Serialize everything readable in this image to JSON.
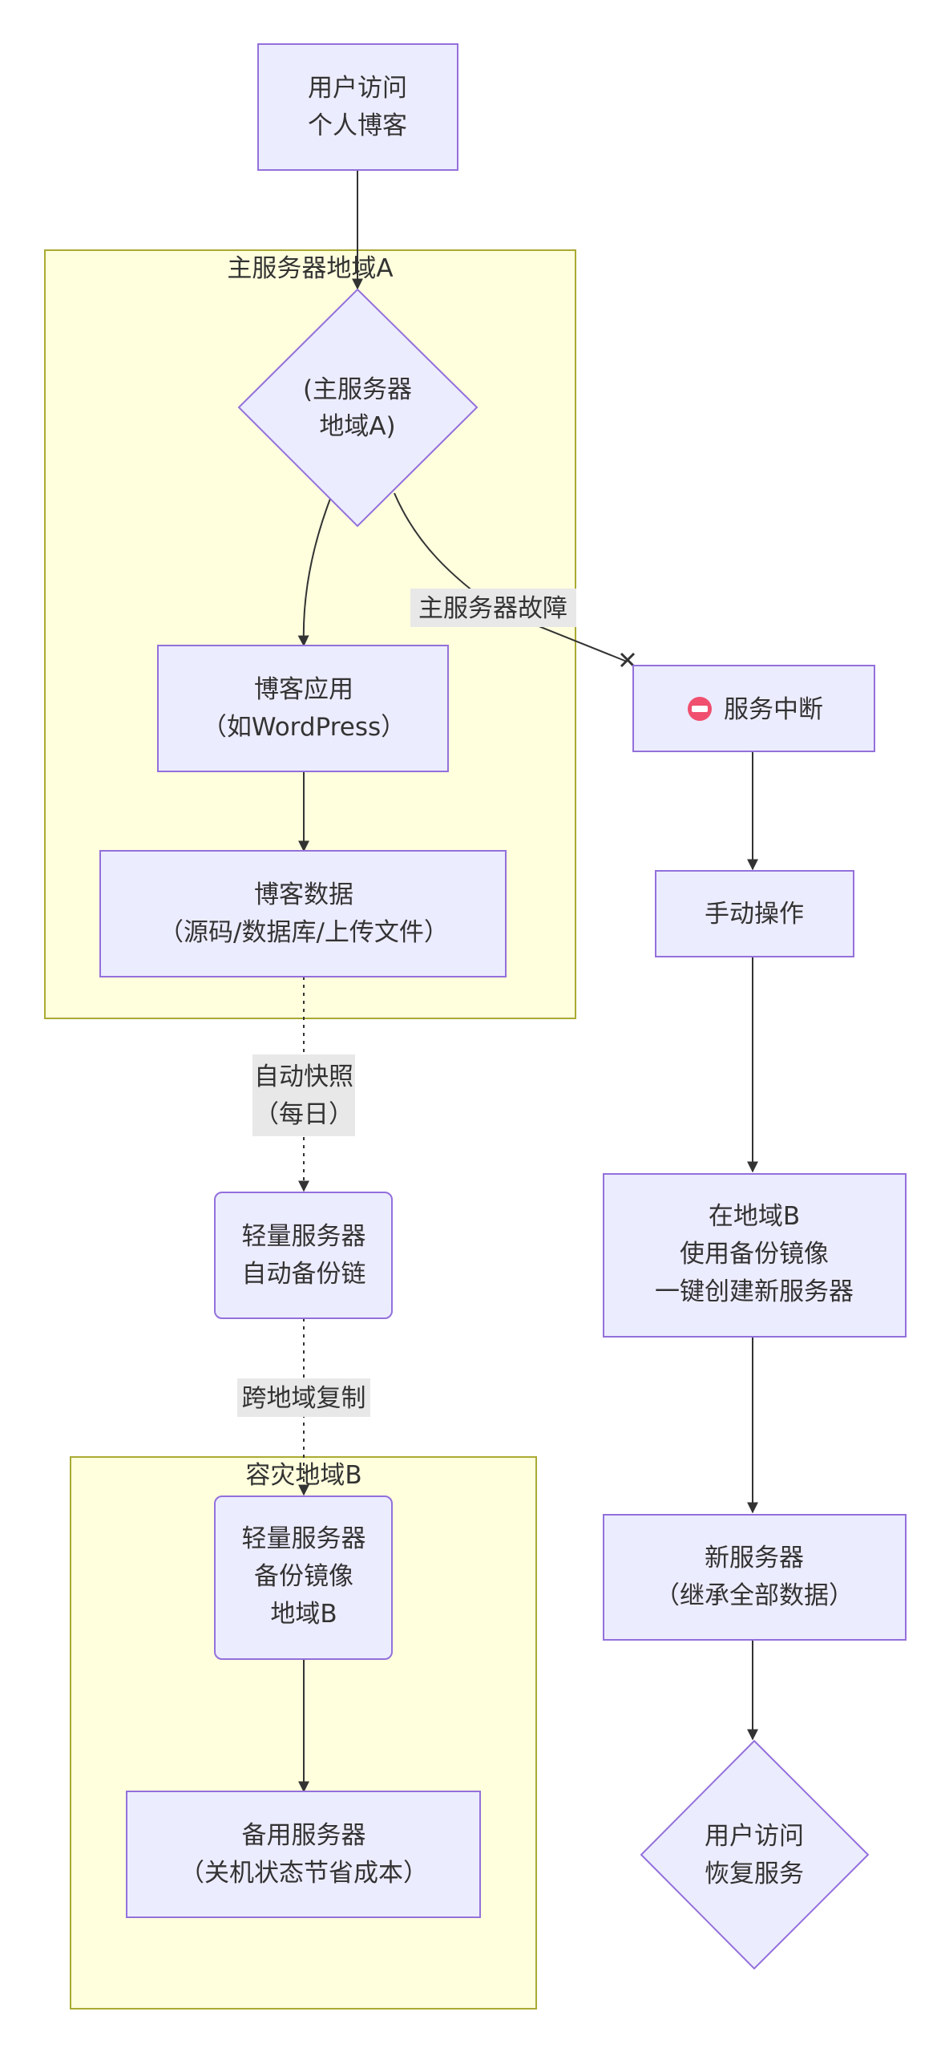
{
  "groups": {
    "region_a": "主服务器地域A",
    "region_b": "容灾地域B"
  },
  "nodes": {
    "user_visit": [
      "用户访问",
      "个人博客"
    ],
    "primary_decision": [
      "(主服务器",
      "地域A)"
    ],
    "blog_app": [
      "博客应用",
      "（如WordPress）"
    ],
    "blog_data": [
      "博客数据",
      "（源码/数据库/上传文件）"
    ],
    "backup_chain": [
      "轻量服务器",
      "自动备份链"
    ],
    "backup_image": [
      "轻量服务器",
      "备份镜像",
      "地域B"
    ],
    "standby_server": [
      "备用服务器",
      "（关机状态节省成本）"
    ],
    "service_down": {
      "icon": "no-entry-icon",
      "label": "服务中断"
    },
    "manual_op": [
      "手动操作"
    ],
    "create_server": [
      "在地域B",
      "使用备份镜像",
      "一键创建新服务器"
    ],
    "new_server": [
      "新服务器",
      "（继承全部数据）"
    ],
    "restore": [
      "用户访问",
      "恢复服务"
    ]
  },
  "edge_labels": {
    "failure": "主服务器故障",
    "snapshot": [
      "自动快照",
      "（每日）"
    ],
    "replicate": "跨地域复制"
  },
  "colors": {
    "node_fill": "#ececff",
    "node_stroke": "#9370db",
    "group_fill": "#ffffde",
    "group_stroke": "#aaaa33",
    "edge": "#333333",
    "label_bg": "#e8e8e8",
    "no_entry": "#f0506e"
  }
}
